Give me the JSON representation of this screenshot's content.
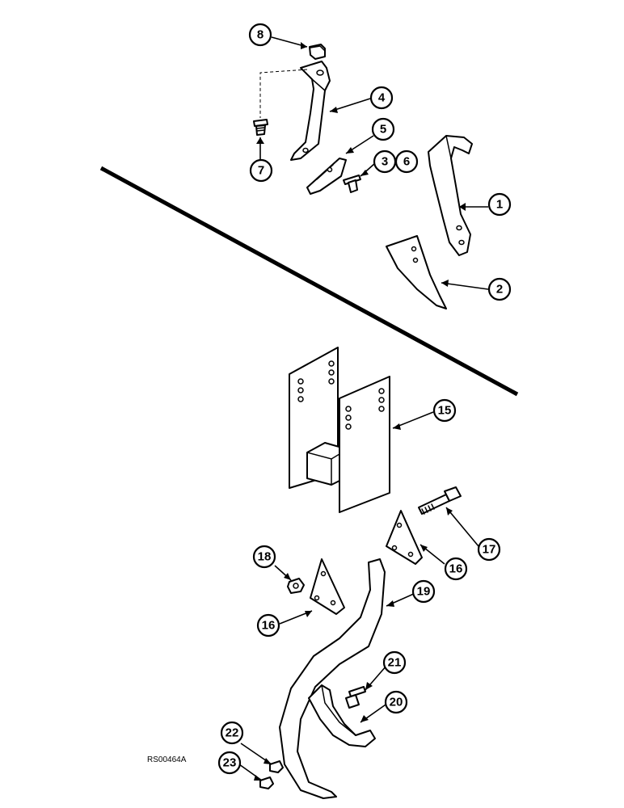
{
  "figure_ref": "RS00464A",
  "callouts": [
    {
      "id": "c8",
      "label": "8"
    },
    {
      "id": "c4",
      "label": "4"
    },
    {
      "id": "c5",
      "label": "5"
    },
    {
      "id": "c3",
      "label": "3"
    },
    {
      "id": "c6",
      "label": "6"
    },
    {
      "id": "c7",
      "label": "7"
    },
    {
      "id": "c1",
      "label": "1"
    },
    {
      "id": "c2",
      "label": "2"
    },
    {
      "id": "c15",
      "label": "15"
    },
    {
      "id": "c17",
      "label": "17"
    },
    {
      "id": "c16a",
      "label": "16"
    },
    {
      "id": "c18",
      "label": "18"
    },
    {
      "id": "c19",
      "label": "19"
    },
    {
      "id": "c16b",
      "label": "16"
    },
    {
      "id": "c21",
      "label": "21"
    },
    {
      "id": "c20",
      "label": "20"
    },
    {
      "id": "c22",
      "label": "22"
    },
    {
      "id": "c23",
      "label": "23"
    }
  ]
}
